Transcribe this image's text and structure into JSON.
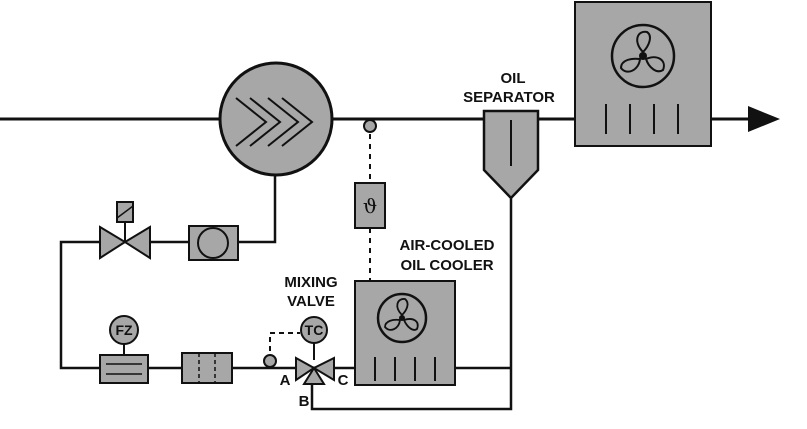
{
  "labels": {
    "oil_separator": [
      "OIL",
      "SEPARATOR"
    ],
    "air_cooled_oil_cooler": [
      "AIR-COOLED",
      "OIL COOLER"
    ],
    "mixing_valve": [
      "MIXING",
      "VALVE"
    ],
    "port_a": "A",
    "port_b": "B",
    "port_c": "C",
    "fz_instrument": "FZ",
    "tc_instrument": "TC",
    "temperature_symbol": "ϑ"
  },
  "colors": {
    "equipment_fill": "#a7a7a7",
    "line": "#111111",
    "background": "#ffffff"
  },
  "icons": [
    "compressor-chevrons-icon",
    "fan-icon",
    "solenoid-valve-icon",
    "mixing-valve-icon",
    "flow-arrow-icon"
  ]
}
